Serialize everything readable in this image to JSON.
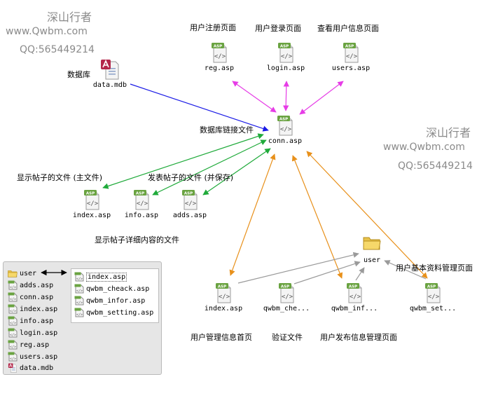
{
  "watermark": {
    "title": "深山行者",
    "url": "www.Qwbm.com",
    "qq": "QQ:565449214"
  },
  "labels": {
    "reg_page": "用户注册页面",
    "login_page": "用户登录页面",
    "users_page": "查看用户信息页面",
    "database": "数据库",
    "db_link_file": "数据库链接文件",
    "show_posts_main": "显示帖子的文件 (主文件)",
    "post_save": "发表帖子的文件 (并保存)",
    "post_detail": "显示帖子详细内容的文件",
    "user_profile_mgmt": "用户基本资料管理页面",
    "user_mgmt_home": "用户管理信息首页",
    "verify_file": "验证文件",
    "user_post_mgmt": "用户发布信息管理页面"
  },
  "files": {
    "reg": "reg.asp",
    "login": "login.asp",
    "users": "users.asp",
    "data": "data.mdb",
    "conn": "conn.asp",
    "index": "index.asp",
    "info": "info.asp",
    "adds": "adds.asp",
    "user_folder": "user",
    "u_index": "index.asp",
    "u_cheack": "qwbm_che...",
    "u_infor": "qwbm_inf...",
    "u_setting": "qwbm_set..."
  },
  "tree": {
    "root": [
      "user",
      "adds.asp",
      "conn.asp",
      "index.asp",
      "info.asp",
      "login.asp",
      "reg.asp",
      "users.asp",
      "data.mdb"
    ],
    "user_children": [
      "index.asp",
      "qwbm_cheack.asp",
      "qwbm_infor.asp",
      "qwbm_setting.asp"
    ]
  },
  "colors": {
    "db_link": "#1a1ae6",
    "pages_link": "#e63ce6",
    "post_link": "#1faa3a",
    "user_link": "#e8901a",
    "user_internal": "#9a9a9a",
    "icon_badge": "#6aa341"
  }
}
